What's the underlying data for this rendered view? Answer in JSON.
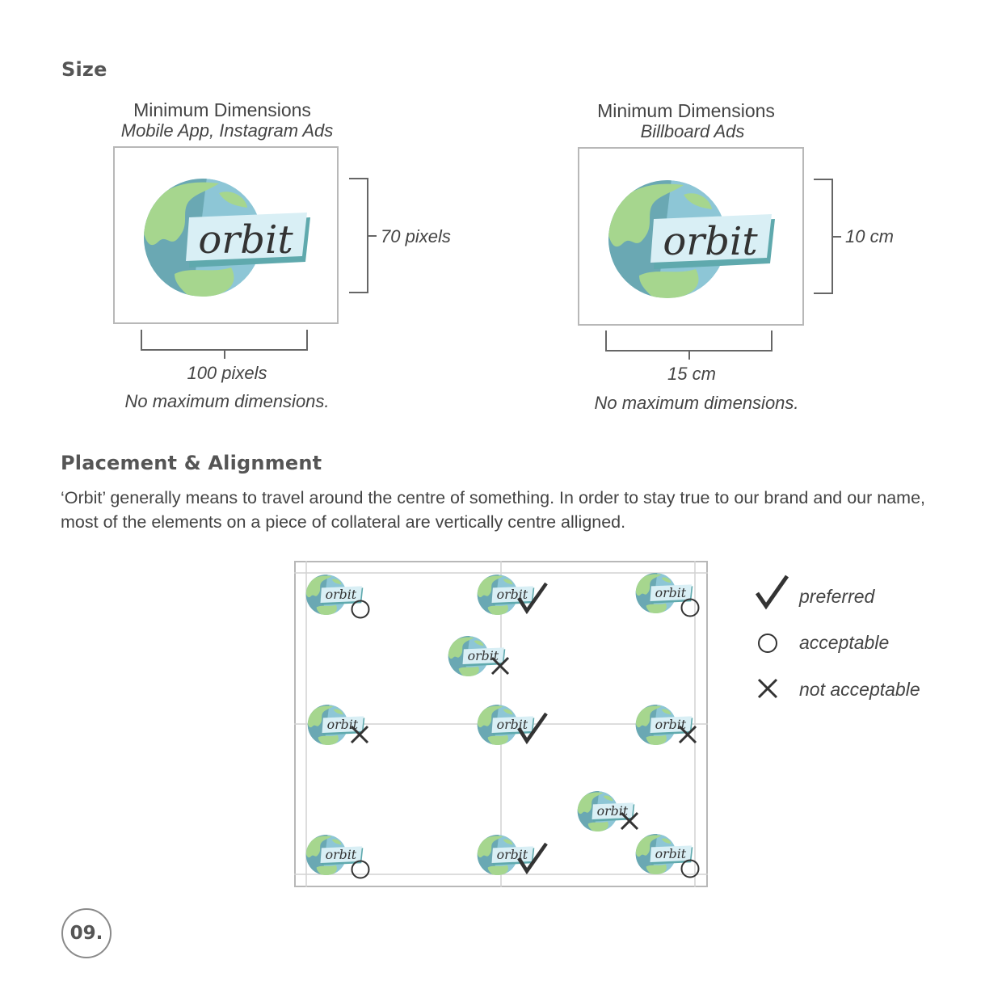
{
  "size_section": {
    "heading": "Size",
    "mobile": {
      "title": "Minimum Dimensions",
      "subtitle": "Mobile App, Instagram Ads",
      "height_label": "70 pixels",
      "width_label": "100 pixels",
      "note": "No maximum dimensions."
    },
    "billboard": {
      "title": "Minimum Dimensions",
      "subtitle": "Billboard Ads",
      "height_label": "10 cm",
      "width_label": "15 cm",
      "note": "No maximum dimensions."
    }
  },
  "logo": {
    "text": "orbit"
  },
  "placement_section": {
    "heading": "Placement & Alignment",
    "body": "‘Orbit’ generally means to travel around the centre of something. In order to stay true to our brand and our name, most of the elements on a piece of collateral are vertically centre alligned."
  },
  "legend": {
    "preferred": "preferred",
    "acceptable": "acceptable",
    "not_acceptable": "not acceptable"
  },
  "placements": [
    {
      "position": "top-left",
      "rating": "acceptable"
    },
    {
      "position": "top-center",
      "rating": "preferred"
    },
    {
      "position": "top-right",
      "rating": "acceptable"
    },
    {
      "position": "upper-middle-offset",
      "rating": "not acceptable"
    },
    {
      "position": "middle-left",
      "rating": "not acceptable"
    },
    {
      "position": "middle-center",
      "rating": "preferred"
    },
    {
      "position": "middle-right",
      "rating": "not acceptable"
    },
    {
      "position": "lower-right-offset",
      "rating": "not acceptable"
    },
    {
      "position": "bottom-left",
      "rating": "acceptable"
    },
    {
      "position": "bottom-center",
      "rating": "preferred"
    },
    {
      "position": "bottom-right",
      "rating": "acceptable"
    }
  ],
  "colors": {
    "ocean_light": "#8dc6d6",
    "ocean_dark": "#6aa8b3",
    "land": "#a6d68e",
    "banner": "#d9eff5",
    "banner_shadow": "#5fa9ad",
    "text": "#333333",
    "border": "#b8b8b8"
  },
  "page_number": "09."
}
